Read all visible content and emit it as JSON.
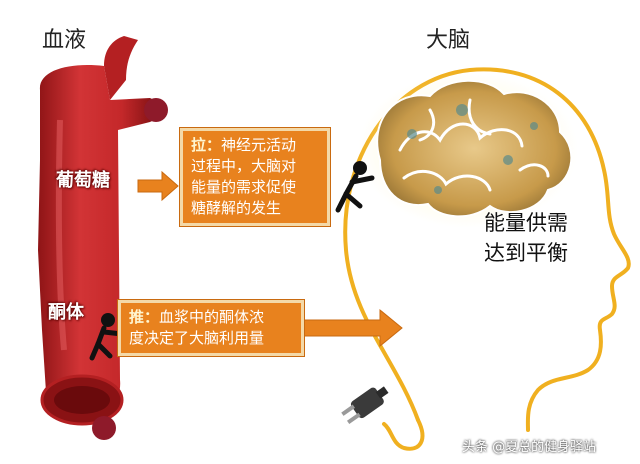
{
  "labels": {
    "blood": "血液",
    "brain": "大脑",
    "glucose": "葡萄糖",
    "ketone": "酮体"
  },
  "pull_box": {
    "keyword": "拉",
    "colon": "：",
    "line1": "神经元活动",
    "line2": "过程中，大脑对",
    "line3": "能量的需求促使",
    "line4": "糖酵解的发生"
  },
  "push_box": {
    "keyword": "推",
    "colon": "：",
    "line1": "血浆中的酮体浓",
    "line2": "度决定了大脑利用量"
  },
  "balance": {
    "line1": "能量供需",
    "line2": "达到平衡"
  },
  "watermark": "头条 @夏总的健身驿站",
  "colors": {
    "vessel": "#c4282a",
    "box": "#e8821e",
    "cord": "#f0b020",
    "brain": "#d9a84e"
  },
  "icons": [
    "pull-figure-icon",
    "push-figure-icon",
    "plug-icon",
    "brain-icon"
  ]
}
